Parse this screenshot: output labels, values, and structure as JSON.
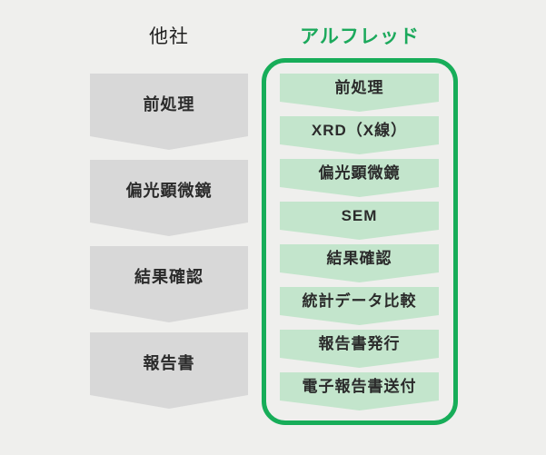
{
  "header": {
    "left_title": "他社",
    "right_title": "アルフレッド"
  },
  "left_column": {
    "name": "other-company-flow",
    "shape": "downward-chevron",
    "fill_color": "#d8d8d8",
    "text_color": "#2b2b2b",
    "steps": [
      "前処理",
      "偏光顕微鏡",
      "結果確認",
      "報告書"
    ]
  },
  "right_column": {
    "name": "alfred-flow",
    "shape": "downward-chevron",
    "fill_color": "#c3e5cc",
    "border_color": "#17ad59",
    "text_color": "#2b2b2b",
    "steps": [
      "前処理",
      "XRD（X線）",
      "偏光顕微鏡",
      "SEM",
      "結果確認",
      "統計データ比較",
      "報告書発行",
      "電子報告書送付"
    ]
  },
  "colors": {
    "background": "#efefed",
    "brand_green": "#1ca95c"
  }
}
